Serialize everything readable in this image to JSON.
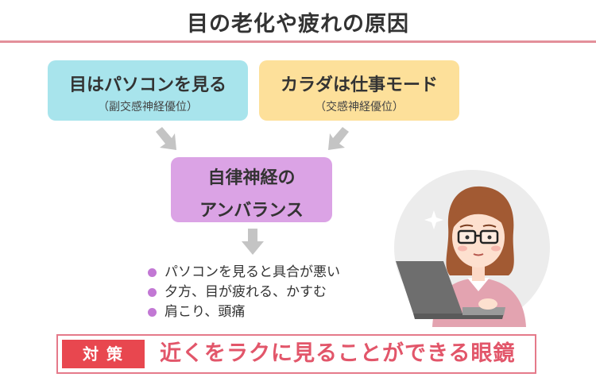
{
  "title": "目の老化や疲れの原因",
  "boxes": {
    "pc": {
      "main": "目はパソコンを見る",
      "sub": "（副交感神経優位）"
    },
    "body": {
      "main": "カラダは仕事モード",
      "sub": "（交感神経優位）"
    },
    "imbalance": {
      "line1": "自律神経の",
      "line2": "アンバランス"
    }
  },
  "symptoms": [
    "パソコンを見ると具合が悪い",
    "夕方、目が疲れる、かすむ",
    "肩こり、頭痛"
  ],
  "solution": {
    "tag": "対策",
    "text": "近くをラクに見ることができる眼鏡"
  },
  "colors": {
    "pc_box": "#a8e4ec",
    "body_box": "#fde09a",
    "imbalance_box": "#dba3e5",
    "accent": "#e8474f",
    "bullet": "#c278d4"
  },
  "icons": [
    "woman-at-laptop-illustration",
    "sparkle-icon",
    "down-arrow-icon"
  ]
}
